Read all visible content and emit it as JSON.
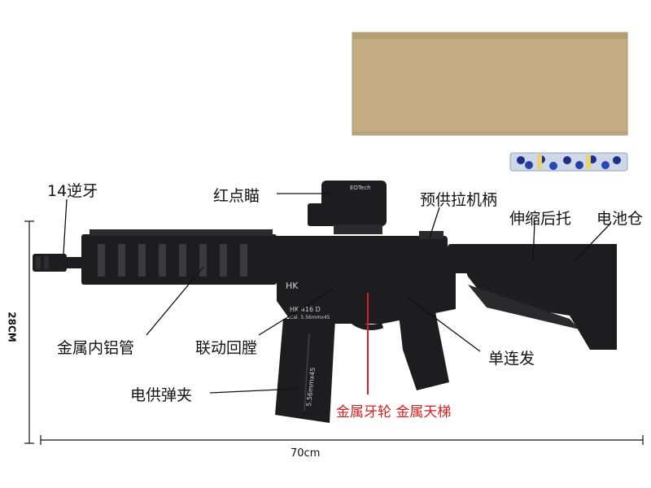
{
  "labels": {
    "thread": "14逆牙",
    "red_dot": "红点瞄",
    "charging_handle": "预供拉机柄",
    "stock": "伸缩后托",
    "battery": "电池仓",
    "rail": "金属内铝管",
    "bolt": "联动回膛",
    "magazine": "电供弹夹",
    "semi_auto": "单连发",
    "gears": "金属牙轮 金属天梯"
  },
  "markings": {
    "brand": "HK",
    "model": "HK 416 D",
    "caliber": "Cal. 5.56mmx45",
    "mag_text": "5.56mmx45",
    "optic_brand": "EOTech"
  },
  "dimensions": {
    "height": "28CM",
    "length": "70cm"
  },
  "colors": {
    "gun": "#1d1d1f",
    "box": "#c4ad85",
    "accent_red": "#d02020"
  }
}
